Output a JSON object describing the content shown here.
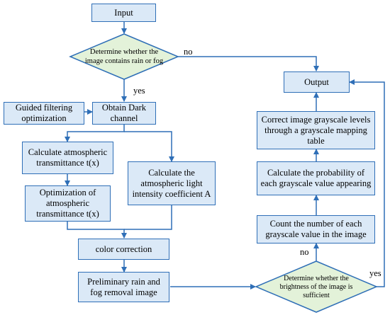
{
  "nodes": {
    "input": "Input",
    "decision_rain_fog": "Determine whether the image contains rain or fog",
    "output": "Output",
    "guided_filtering": "Guided filtering optimization",
    "dark_channel": "Obtain Dark channel",
    "calc_transmittance": "Calculate atmospheric transmittance t(x)",
    "opt_transmittance": "Optimization of atmospheric transmittance t(x)",
    "atmospheric_light": "Calculate the atmospheric light intensity coefficient A",
    "color_correction": "color correction",
    "preliminary_removal": "Preliminary rain and fog removal image",
    "decision_brightness": "Determine whether the brightness of the image is sufficient",
    "count_grayscale": "Count the number of each grayscale value in the image",
    "calc_probability": "Calculate the probability of each grayscale value appearing",
    "correct_grayscale": "Correct image grayscale levels through a grayscale mapping table"
  },
  "edge_labels": {
    "rain_fog_no": "no",
    "rain_fog_yes": "yes",
    "brightness_no": "no",
    "brightness_yes": "yes"
  },
  "colors": {
    "box_fill": "#dbe9f7",
    "box_border": "#2f6fb7",
    "decision_fill": "#e3f2d9",
    "arrow": "#2f6fb7"
  }
}
